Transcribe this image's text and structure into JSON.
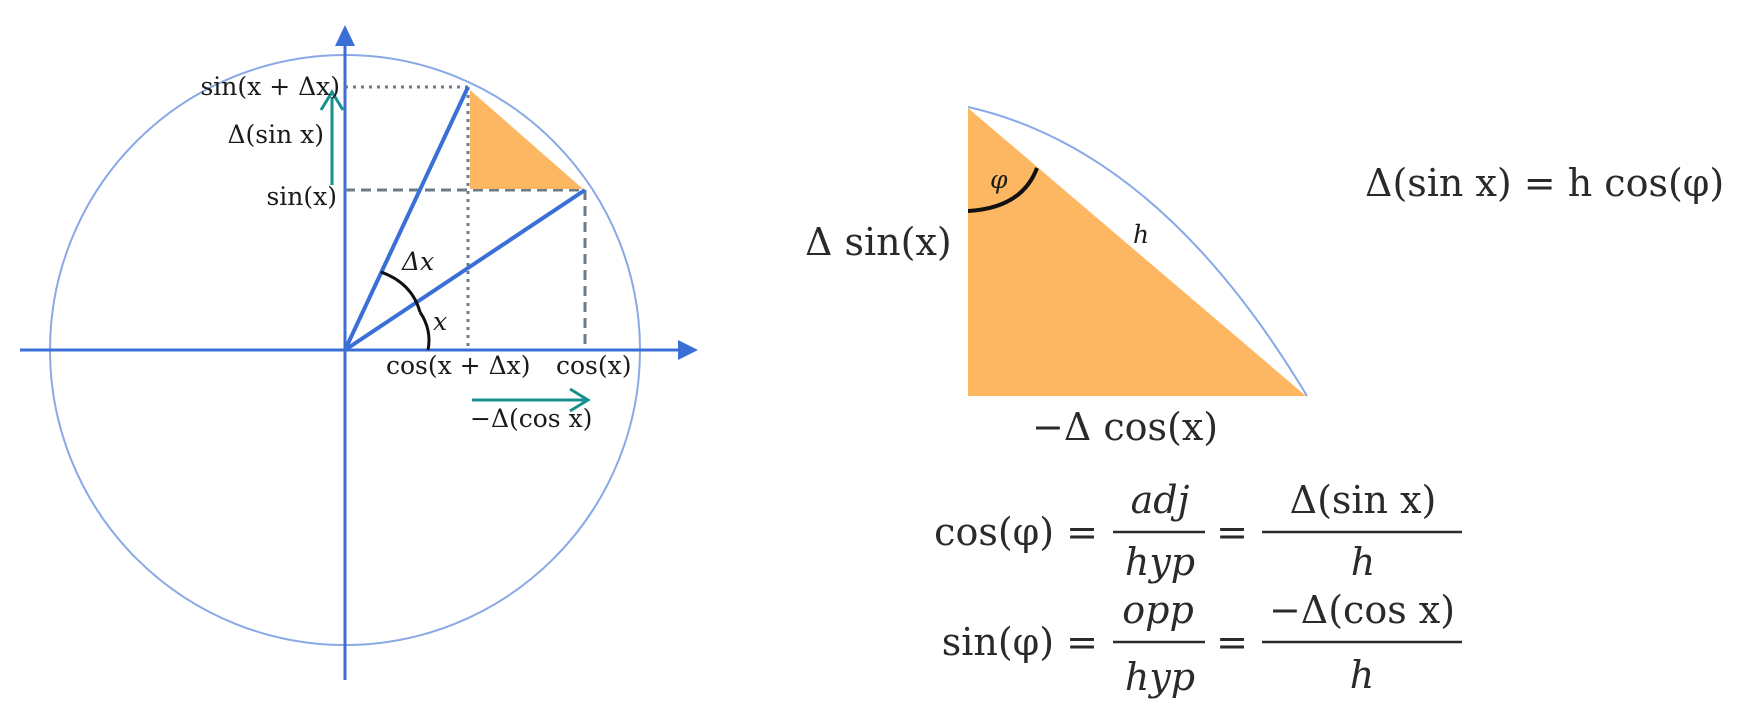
{
  "colors": {
    "axis": "#3b6fd8",
    "circle": "#89a9e6",
    "ray": "#3b6fd8",
    "dotted": "#6b7b88",
    "delta_arrow": "#17908f",
    "triangle_fill": "#fdb762",
    "arc": "#111111"
  },
  "left_diagram": {
    "sin_x_plus_dx": "sin(x + Δx)",
    "delta_sin_x": "Δ(sin x)",
    "sin_x": "sin(x)",
    "delta_x_angle": "Δx",
    "x_angle": "x",
    "cos_x_plus_dx": "cos(x + Δx)",
    "cos_x": "cos(x)",
    "neg_delta_cos_x": "−Δ(cos x)"
  },
  "right_diagram": {
    "phi": "φ",
    "h": "h",
    "delta_sin": "Δ sin(x)",
    "neg_delta_cos": "−Δ cos(x)",
    "eq_top": "Δ(sin x) = h cos(φ)"
  },
  "formulas": {
    "cos_row": {
      "lhs": "cos(φ) =",
      "num1": "adj",
      "den1": "hyp",
      "eq": "=",
      "num2": "Δ(sin x)",
      "den2": "h"
    },
    "sin_row": {
      "lhs": "sin(φ) =",
      "num1": "opp",
      "den1": "hyp",
      "eq": "=",
      "num2": "−Δ(cos x)",
      "den2": "h"
    }
  }
}
